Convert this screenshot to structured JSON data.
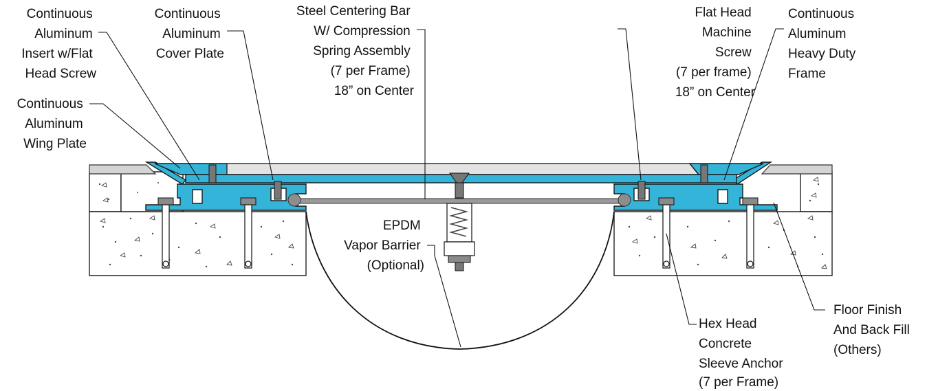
{
  "labels": {
    "insert": [
      "Continuous",
      "Aluminum",
      "Insert w/Flat",
      "Head Screw"
    ],
    "cover_plate": [
      "Continuous",
      "Aluminum",
      "Cover Plate"
    ],
    "centering_bar": [
      "Steel Centering Bar",
      "W/ Compression",
      "Spring Assembly",
      "(7 per Frame)",
      "18” on Center"
    ],
    "machine_screw": [
      "Flat Head",
      "Machine",
      "Screw",
      "(7 per frame)",
      "18” on Center"
    ],
    "frame": [
      "Continuous",
      "Aluminum",
      "Heavy Duty",
      "Frame"
    ],
    "wing_plate": [
      "Continuous",
      "Aluminum",
      "Wing Plate"
    ],
    "vapor_barrier": [
      "EPDM",
      "Vapor Barrier",
      "(Optional)"
    ],
    "floor_finish": [
      "Floor Finish",
      "And Back Fill",
      "(Others)"
    ],
    "sleeve_anchor": [
      "Hex Head",
      "Concrete",
      "Sleeve Anchor",
      "(7 per Frame)"
    ]
  },
  "colors": {
    "aluminum": "#35b4da",
    "cover_plate": "#e3e3e3",
    "floor_finish": "#d4d4d4",
    "steel": "#9a9a9a",
    "line": "#111111"
  }
}
